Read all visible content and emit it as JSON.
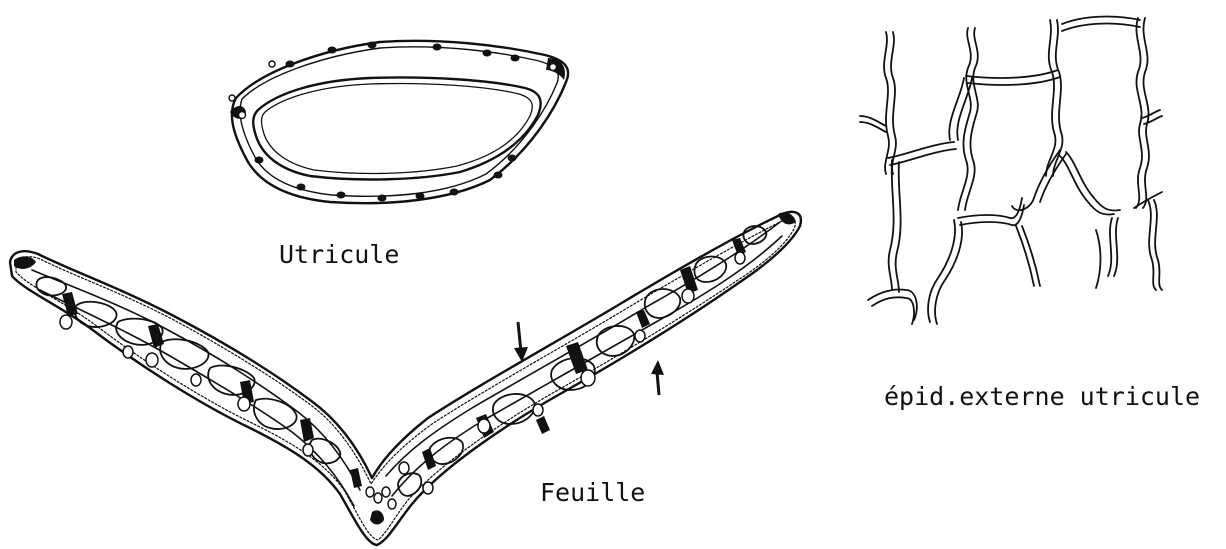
{
  "labels": {
    "utricule": "Utricule",
    "feuille": "Feuille",
    "epid": "épid.externe utricule"
  },
  "colors": {
    "ink": "#111111",
    "paper": "#ffffff"
  },
  "figure_parts": [
    "utricule-cross-section",
    "leaf-cross-section",
    "outer-epidermis-utricle"
  ]
}
